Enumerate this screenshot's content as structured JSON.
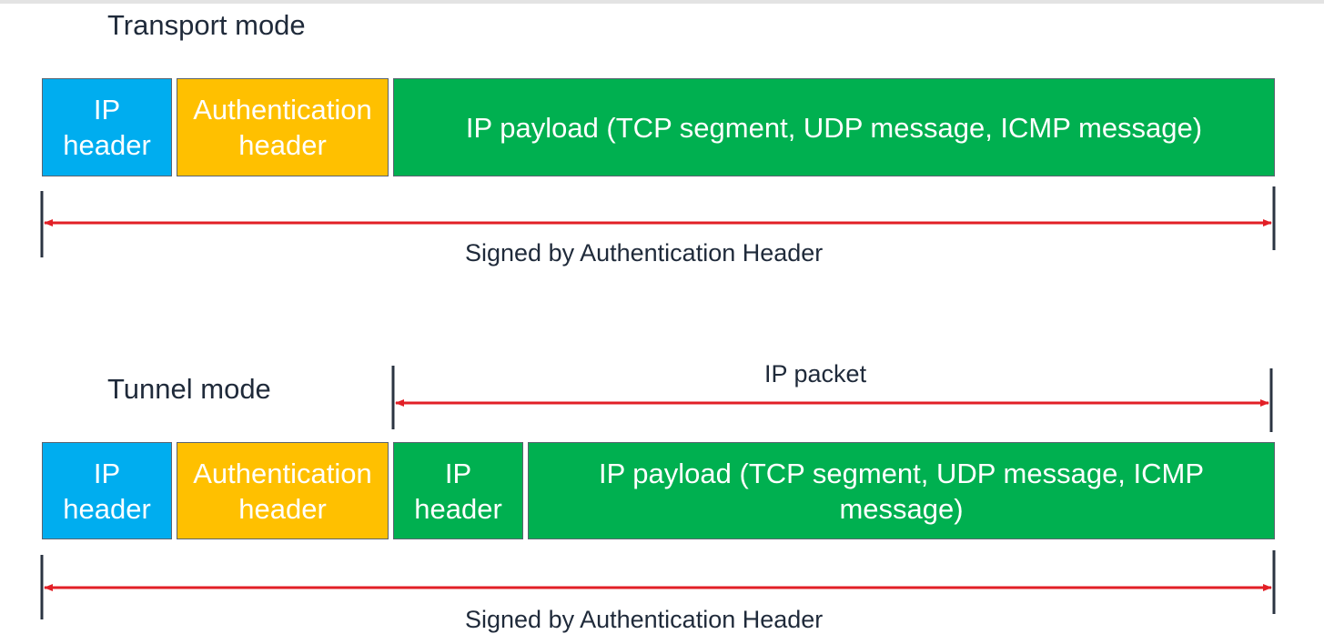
{
  "transport": {
    "title": "Transport mode",
    "boxes": {
      "ip_header": "IP header",
      "auth_header": "Authentication header",
      "payload": "IP payload (TCP segment, UDP message, ICMP message)"
    },
    "signed_label": "Signed by Authentication Header"
  },
  "tunnel": {
    "title": "Tunnel mode",
    "packet_label": "IP packet",
    "boxes": {
      "outer_ip_header": "IP header",
      "auth_header": "Authentication header",
      "inner_ip_header": "IP header",
      "payload": "IP payload (TCP segment, UDP message, ICMP message)"
    },
    "signed_label": "Signed by Authentication Header"
  },
  "colors": {
    "ip_header": "#00adef",
    "auth_header": "#ffc000",
    "payload": "#00b050",
    "arrow": "#e21f26",
    "tick": "#2b3442"
  }
}
